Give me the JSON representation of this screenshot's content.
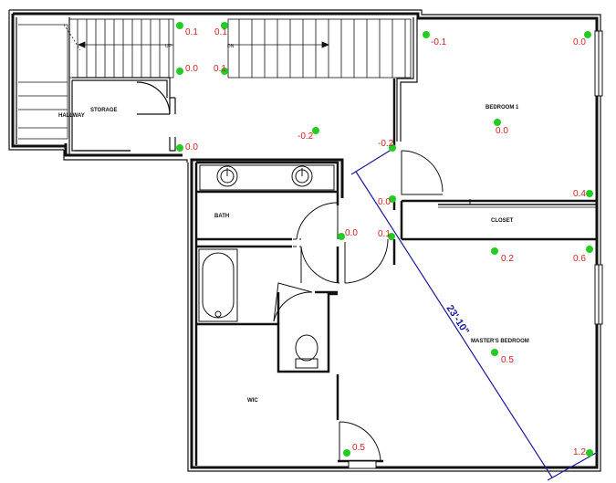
{
  "plan": {
    "rooms": {
      "hallway": "HALLWAY",
      "storage": "STORAGE",
      "bedroom1": "BEDROOM 1",
      "bath": "BATH",
      "closet": "CLOSET",
      "masters_bedroom": "MASTER'S BEDROOM",
      "wic": "WIC"
    },
    "stairs": {
      "up": "UP",
      "dn": "DN"
    },
    "dimension": "23'-10\"",
    "marker_color": "#22cc22",
    "reading_color": "#d42020",
    "dimension_color": "#1a1aa0",
    "readings": [
      "0.1",
      "0.1",
      "0.0",
      "0.1",
      "0.0",
      "-0.2",
      "-0.1",
      "0.0",
      "0.0",
      "-0.2",
      "0.0",
      "0.4",
      "0.0",
      "0.1",
      "0.2",
      "0.6",
      "0.5",
      "0.5",
      "1.2"
    ]
  }
}
